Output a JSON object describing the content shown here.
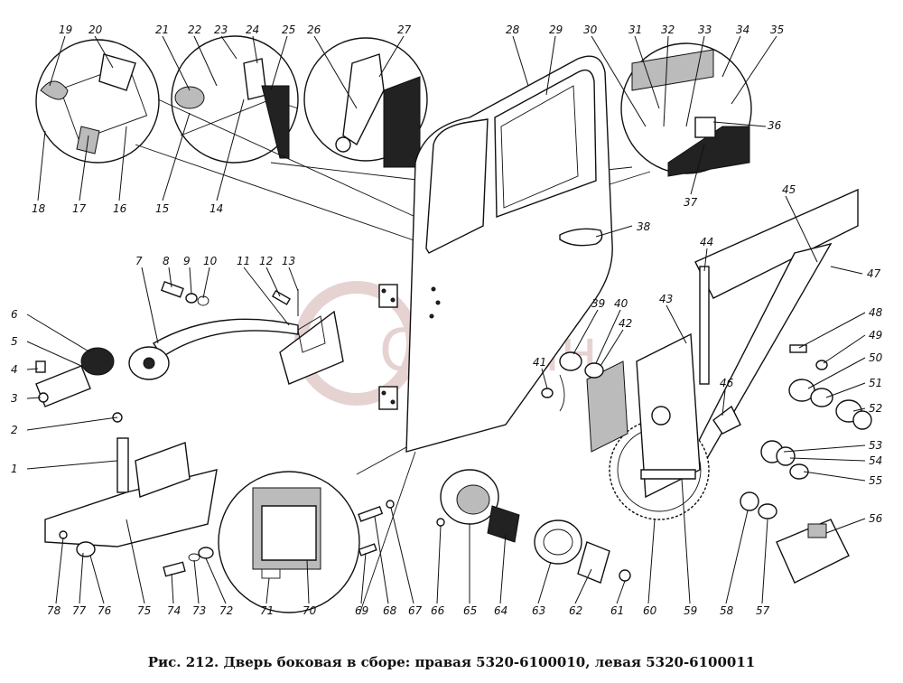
{
  "watermark": "Сапсан",
  "caption": "Рис. 212. Дверь боковая в сборе: правая 5320-6100010, левая 5320-6100011",
  "callouts": [
    "1",
    "2",
    "3",
    "4",
    "5",
    "6",
    "7",
    "8",
    "9",
    "10",
    "11",
    "12",
    "13",
    "14",
    "15",
    "16",
    "17",
    "18",
    "19",
    "20",
    "21",
    "22",
    "23",
    "24",
    "25",
    "26",
    "27",
    "28",
    "29",
    "30",
    "31",
    "32",
    "33",
    "34",
    "35",
    "36",
    "37",
    "38",
    "39",
    "40",
    "41",
    "42",
    "43",
    "44",
    "45",
    "46",
    "47",
    "48",
    "49",
    "50",
    "51",
    "52",
    "53",
    "54",
    "55",
    "56",
    "57",
    "58",
    "59",
    "60",
    "61",
    "62",
    "63",
    "64",
    "65",
    "66",
    "67",
    "68",
    "69",
    "70",
    "71",
    "72",
    "73",
    "74",
    "75",
    "76",
    "77",
    "78"
  ]
}
